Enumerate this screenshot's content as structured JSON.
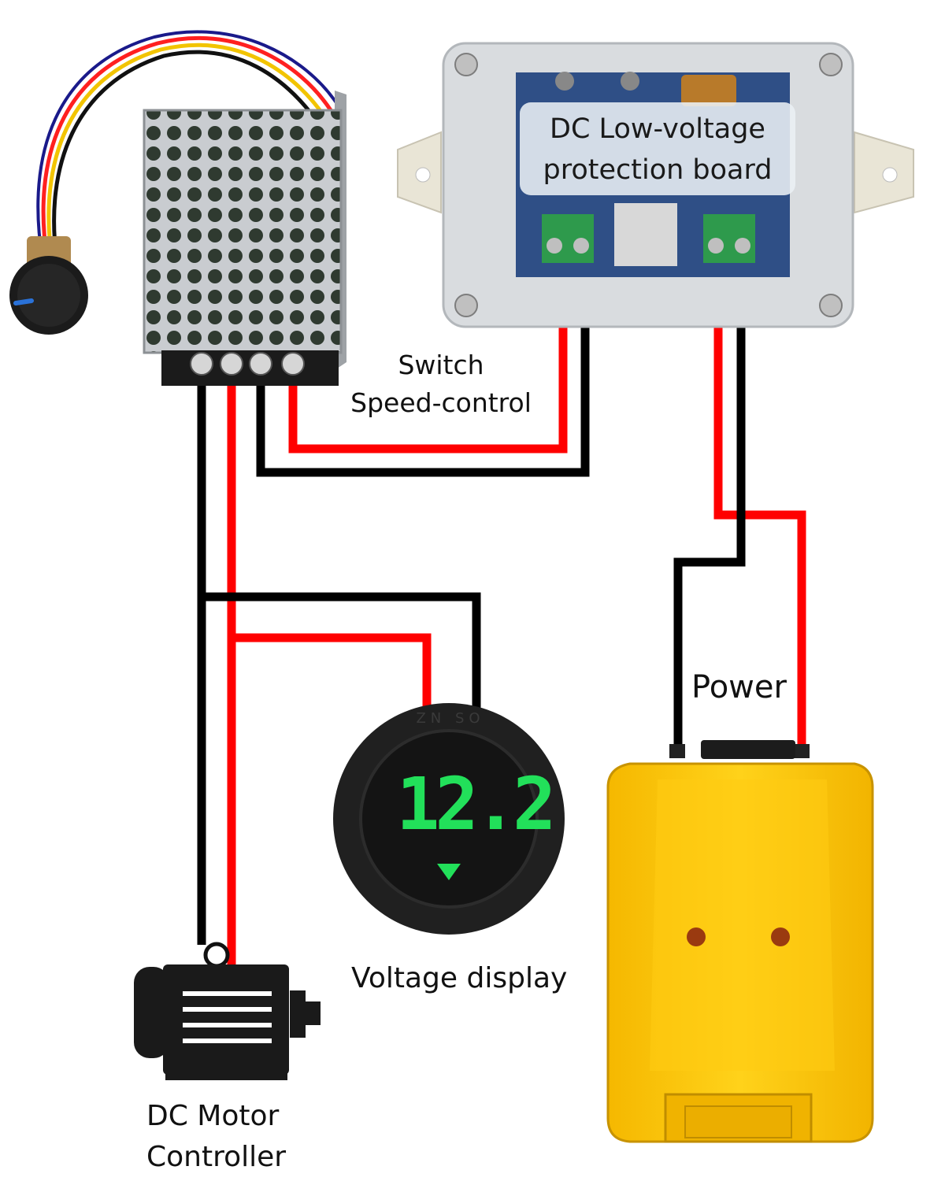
{
  "labels": {
    "protection_board": [
      "DC Low-voltage",
      "protection board"
    ],
    "switch_speed_control": [
      "Switch",
      "Speed-control"
    ],
    "power": "Power",
    "voltage_display": "Voltage display",
    "motor_controller": [
      "DC Motor",
      "Controller"
    ]
  },
  "voltmeter": {
    "reading": "12.2",
    "brand_mark": "ZN SO"
  },
  "colors": {
    "wire_positive": "#ff0000",
    "wire_negative": "#000000",
    "battery_adapter": "#ffc400",
    "display_digits": "#22e05a"
  },
  "icons": [
    "potentiometer-knob-icon",
    "speed-controller-module-icon",
    "protection-board-box-icon",
    "voltmeter-icon",
    "battery-adapter-icon",
    "motor-icon"
  ]
}
